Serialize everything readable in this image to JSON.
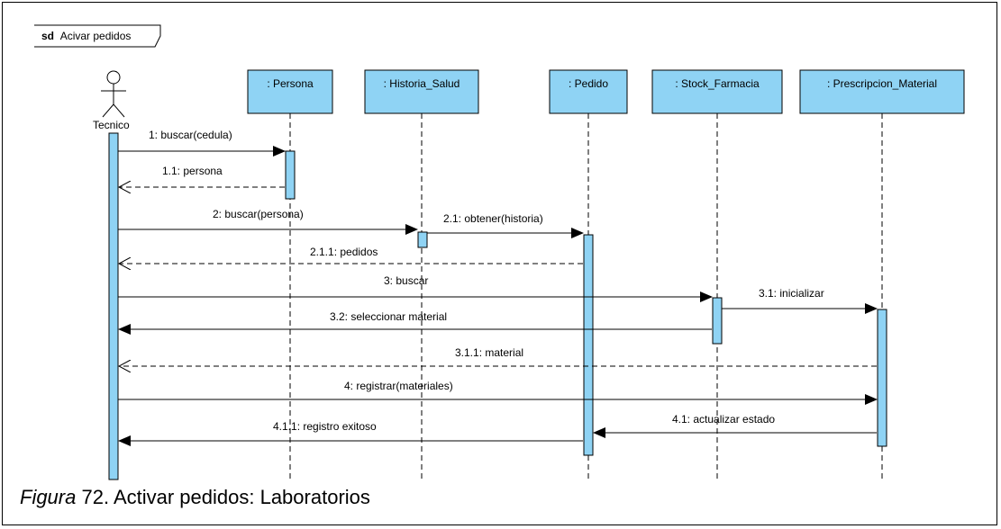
{
  "frame": {
    "keyword": "sd",
    "title": "Acivar pedidos"
  },
  "actor": {
    "name": "Tecnico"
  },
  "lifelines": [
    {
      "id": "persona",
      "label": ": Persona"
    },
    {
      "id": "historia",
      "label": ": Historia_Salud"
    },
    {
      "id": "pedido",
      "label": ": Pedido"
    },
    {
      "id": "stock",
      "label": ": Stock_Farmacia"
    },
    {
      "id": "prescripcion",
      "label": ": Prescripcion_Material"
    }
  ],
  "messages": [
    {
      "label": "1: buscar(cedula)",
      "kind": "sync"
    },
    {
      "label": "1.1: persona",
      "kind": "reply"
    },
    {
      "label": "2: buscar(persona)",
      "kind": "sync"
    },
    {
      "label": "2.1: obtener(historia)",
      "kind": "sync"
    },
    {
      "label": "2.1.1: pedidos",
      "kind": "reply"
    },
    {
      "label": "3: buscar",
      "kind": "sync"
    },
    {
      "label": "3.1: inicializar",
      "kind": "sync"
    },
    {
      "label": "3.2: seleccionar material",
      "kind": "sync"
    },
    {
      "label": "3.1.1: material",
      "kind": "reply"
    },
    {
      "label": "4: registrar(materiales)",
      "kind": "sync"
    },
    {
      "label": "4.1: actualizar estado",
      "kind": "sync"
    },
    {
      "label": "4.1.1: registro exitoso",
      "kind": "sync"
    }
  ],
  "caption": {
    "prefix": "Figura",
    "text": " 72. Activar pedidos: Laboratorios"
  },
  "colors": {
    "lifeline_fill": "#8fd3f4",
    "line": "#000000"
  }
}
